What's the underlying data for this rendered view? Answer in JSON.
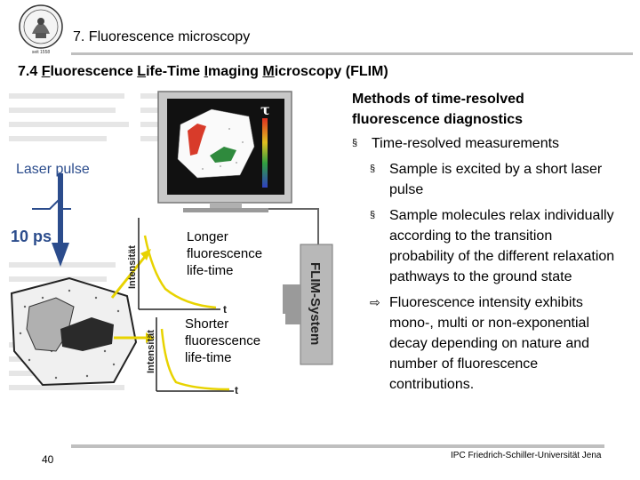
{
  "header": {
    "title": "7. Fluorescence microscopy"
  },
  "section": {
    "prefix": "7.4 ",
    "w1_u": "F",
    "w1_r": "luorescence ",
    "w2_u": "L",
    "w2_r": "ife-Time ",
    "w3_u": "I",
    "w3_r": "maging ",
    "w4_u": "M",
    "w4_r": "icroscopy (FLIM)"
  },
  "content": {
    "methods_title": "Methods of time-resolved fluorescence diagnostics",
    "bullets": [
      {
        "level": 1,
        "marker": "§",
        "text": "Time-resolved measurements"
      },
      {
        "level": 2,
        "marker": "§",
        "text": "Sample is excited by a short laser pulse"
      },
      {
        "level": 2,
        "marker": "§",
        "text": "Sample molecules relax individually according to the transition probability of the different relaxation pathways to the ground state"
      },
      {
        "level": 2,
        "marker": "⇨",
        "text": "Fluorescence intensity exhibits mono-, multi or non-exponential decay depending on nature and number of  fluorescence contributions."
      }
    ]
  },
  "figure": {
    "laser_label": "Laser pulse",
    "pulse_label": "10 ps",
    "tau_symbol": "τ",
    "system_label": "FLIM-System",
    "axis_y_label": "Intensität",
    "axis_t_label": "t",
    "caption_long": "Longer fluorescence life-time",
    "caption_short": "Shorter fluorescence life-time"
  },
  "footer": {
    "page_number": "40",
    "org": "IPC Friedrich-Schiller-Universität Jena",
    "logo_text": "seit 1558"
  },
  "colors": {
    "accent_blue": "#2b4c8c",
    "decay_yellow": "#e8d300",
    "rule_gray": "#bfbfbf"
  }
}
